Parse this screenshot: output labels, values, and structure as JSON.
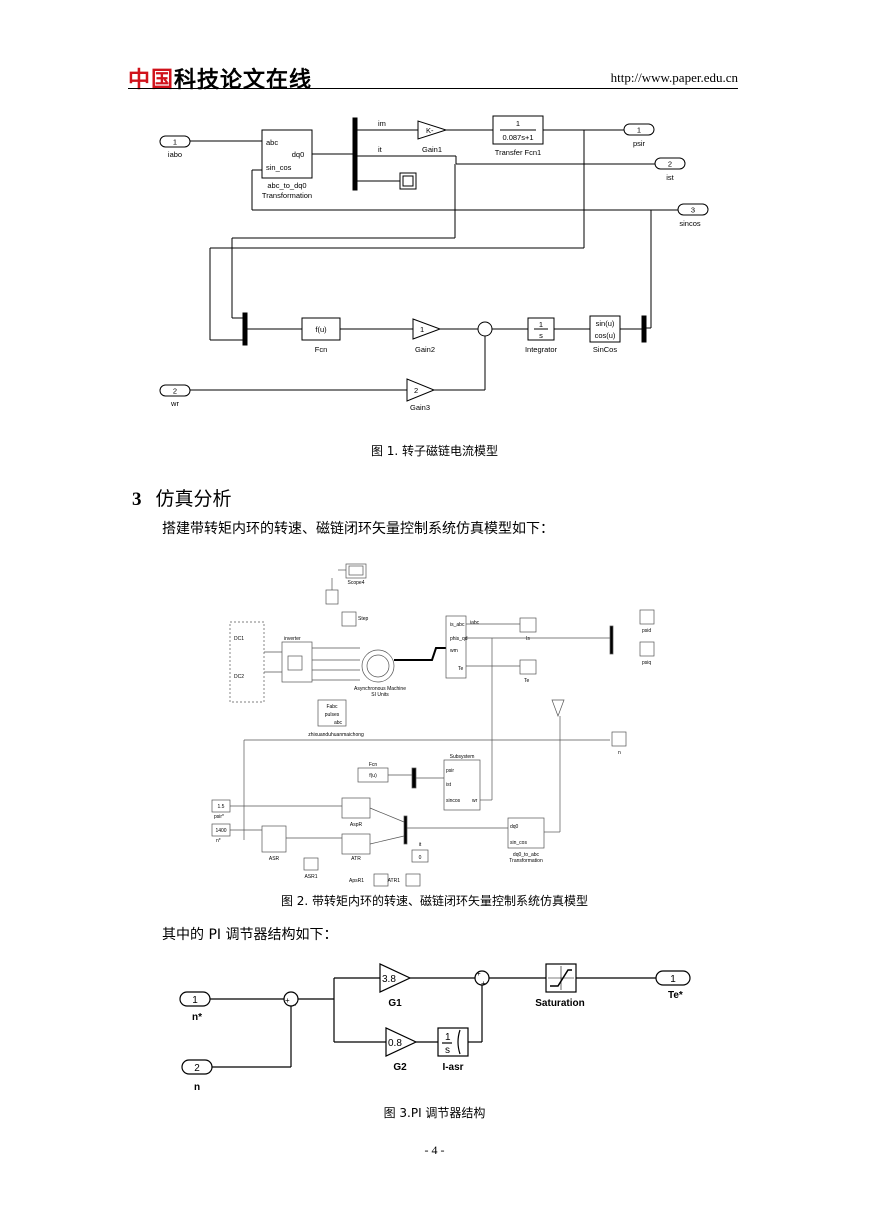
{
  "header": {
    "logo_red": "中国",
    "logo_black": "科技论文在线",
    "url": "http://www.paper.edu.cn"
  },
  "figure1": {
    "caption": "图 1. 转子磁链电流模型",
    "blocks": {
      "in1_num": "1",
      "in1_label": "iabo",
      "transform_port_abc": "abc",
      "transform_port_sincos": "sin_cos",
      "transform_port_dq0": "dq0",
      "transform_name1": "abc_to_dq0",
      "transform_name2": "Transformation",
      "bus_im": "im",
      "bus_it": "it",
      "gain1_val": "K-",
      "gain1_name": "Gain1",
      "tf_num": "1",
      "tf_den": "0.087s+1",
      "tf_name": "Transfer Fcn1",
      "out1_num": "1",
      "out1_label": "psir",
      "out2_num": "2",
      "out2_label": "ist",
      "out3_num": "3",
      "out3_label": "sincos",
      "fcn_val": "f(u)",
      "fcn_name": "Fcn",
      "gain2_val": "1",
      "gain2_name": "Gain2",
      "int_num": "1",
      "int_den": "s",
      "int_name": "Integrator",
      "sincos_top": "sin(u)",
      "sincos_bot": "cos(u)",
      "sincos_name": "SinCos",
      "in2_num": "2",
      "in2_label": "wr",
      "gain3_val": "2",
      "gain3_name": "Gain3"
    }
  },
  "section3": {
    "number": "3",
    "title": "仿真分析"
  },
  "para1": "搭建带转矩内环的转速、磁链闭环矢量控制系统仿真模型如下：",
  "figure2": {
    "caption": "图 2. 带转矩内环的转速、磁链闭环矢量控制系统仿真模型",
    "labels": {
      "scope4": "Scope4",
      "step": "Step",
      "dc1": "DC1",
      "dc2": "DC2",
      "inverter": "inverter",
      "machine1": "Asynchronous Machine",
      "machine2": "SI Units",
      "is_abc": "is_abc",
      "phis_qd": "phis_qd",
      "wm": "wm",
      "te_port": "Te",
      "iabc": "iabc",
      "is": "Is",
      "te": "Te",
      "psid": "psid",
      "psiq": "psiq",
      "fabc": "Fabc",
      "pulses": "pulses",
      "abc": "abc",
      "zhixuan": "zhixuanduhuanmaichong",
      "n_scope": "n",
      "fcn": "Fcn",
      "fu": "f(u)",
      "subsystem": "Subsystem",
      "psir": "psir",
      "ist": "ist",
      "sincos": "sincos",
      "wr": "wr",
      "c1": "1.5",
      "psi_star": "psir*",
      "c2": "1400",
      "n_star": "n*",
      "aspr": "AspR",
      "asr": "ASR",
      "atr": "ATR",
      "asr1": "ASR1",
      "atr1": "ATR1",
      "apsr1": "ApsR1",
      "it": "it",
      "zero": "0",
      "dq0": "dq0",
      "sin_cos": "sin_cos",
      "dq0_to_abc1": "dq0_to_abc",
      "dq0_to_abc2": "Transformation"
    }
  },
  "para2": "其中的 PI 调节器结构如下：",
  "figure3": {
    "caption": "图 3.PI 调节器结构",
    "labels": {
      "in1_num": "1",
      "in1_label": "n*",
      "in2_num": "2",
      "in2_label": "n",
      "g1_val": "3.8",
      "g1_name": "G1",
      "g2_val": "0.8",
      "g2_name": "G2",
      "int_num": "1",
      "int_den": "s",
      "int_name": "I-asr",
      "sat_name": "Saturation",
      "out_num": "1",
      "out_label": "Te*"
    }
  },
  "page_number": "- 4 -"
}
